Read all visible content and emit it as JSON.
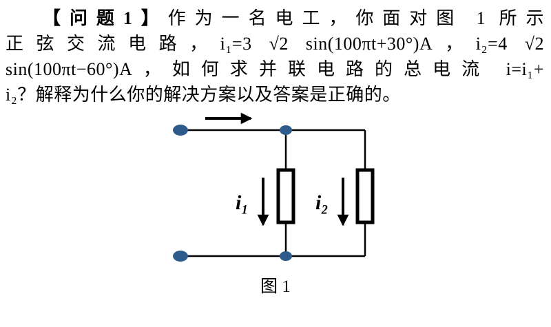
{
  "problem": {
    "line1_prefix": "【问题1】",
    "line1_rest": "作为一名电工，你面对图 1 所示",
    "line2": "正弦交流电路，i₁=3 √2 sin(100πt+30°)A，i₂=4 √2",
    "line3": "sin(100πt−60°)A，如何求并联电路的总电流 i=i₁+",
    "line4": "i₂？解释为什么你的解决方案以及答案是正确的。"
  },
  "figure": {
    "caption": "图 1",
    "branch1_label": "i₁",
    "branch2_label": "i₂",
    "terminal_color": "#2d5c8c",
    "terminal_edge_color": "#1e4066",
    "wire_color": "#000000"
  }
}
